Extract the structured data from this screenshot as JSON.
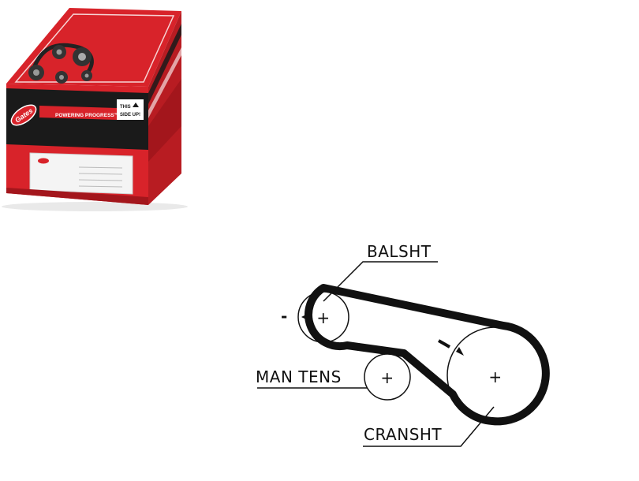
{
  "product_box": {
    "brand": "Gates",
    "slogan": "POWERING PROGRESS™",
    "orientation_note": [
      "THIS",
      "SIDE UP!"
    ],
    "colors": {
      "red": "#d8232a",
      "dark_red": "#a3161c",
      "black": "#1a1a1a",
      "white": "#ffffff"
    },
    "icons": [
      "up-arrow-icon",
      "gates-logo",
      "belt-pulley-illustration"
    ]
  },
  "diagram": {
    "labels": {
      "balance_shaft": "BALSHT",
      "manual_tensioner": "MAN TENS",
      "crankshaft": "CRANSHT"
    },
    "marks": {
      "center": "+",
      "timing": "-"
    },
    "colors": {
      "belt": "#111111",
      "line": "#111111",
      "background": "#ffffff"
    }
  }
}
